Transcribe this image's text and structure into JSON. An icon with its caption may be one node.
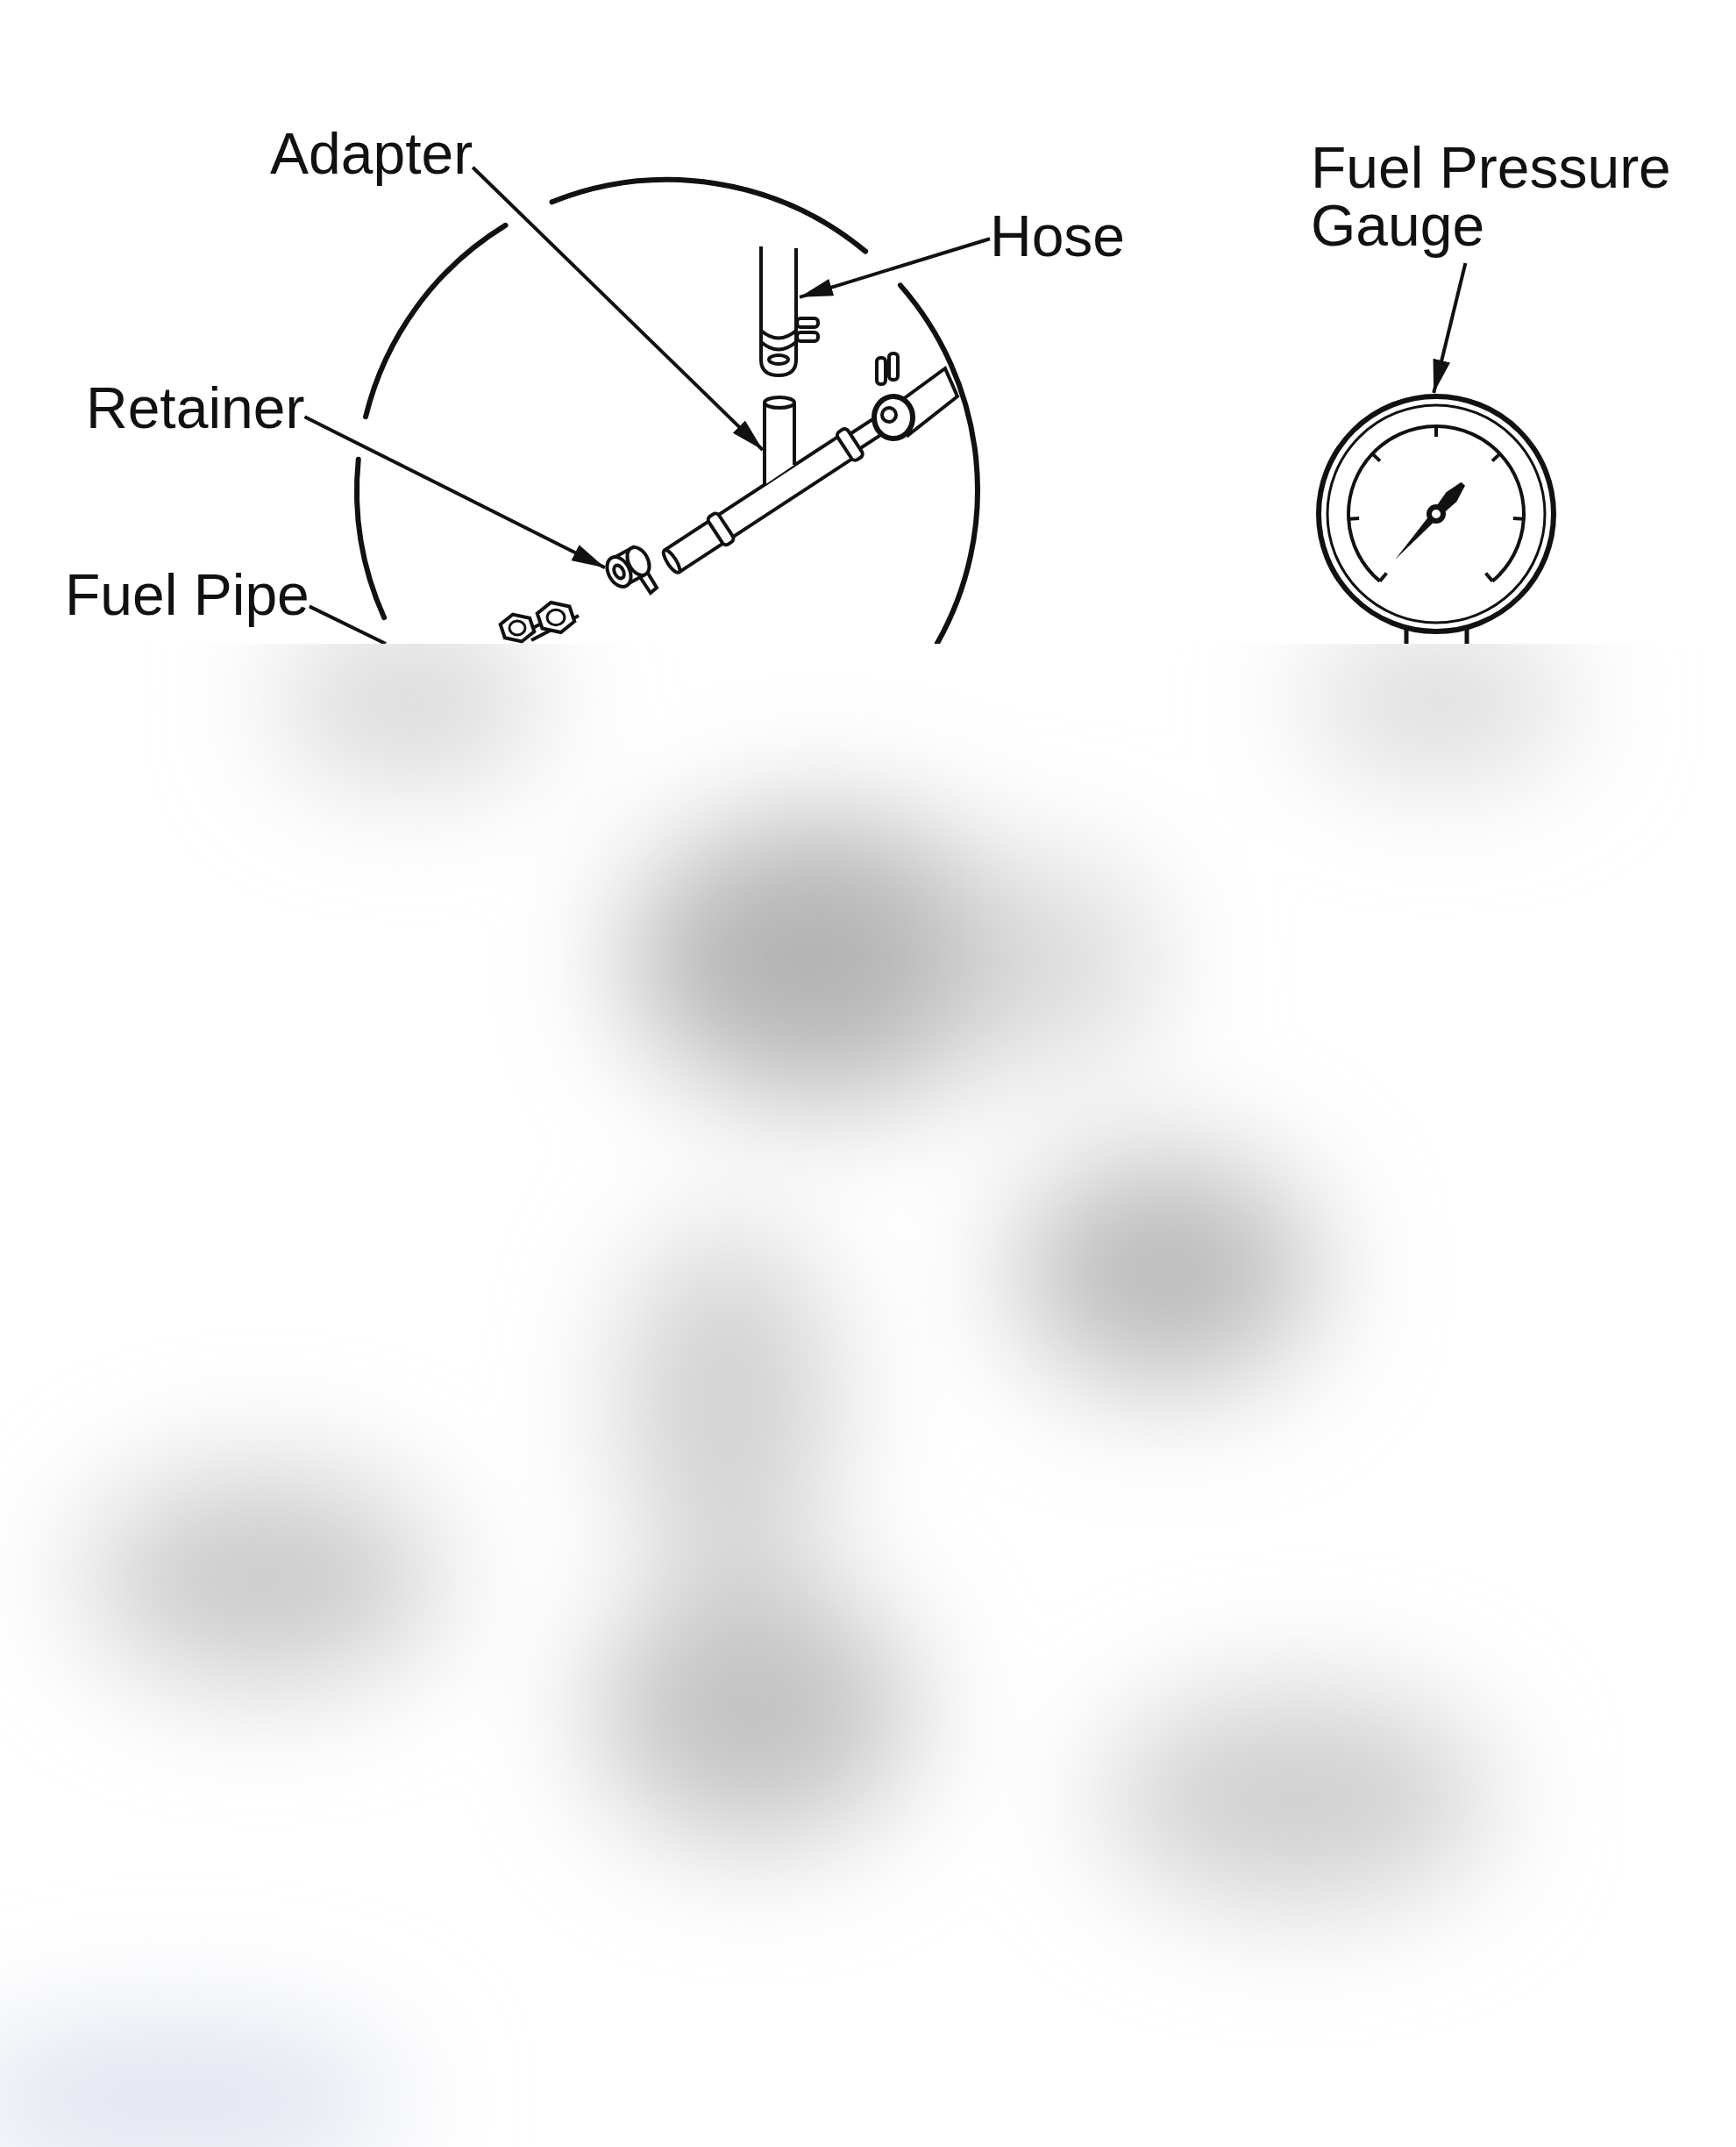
{
  "diagram": {
    "nodes": [
      {
        "text": [
          "Adapter"
        ]
      },
      {
        "text": [
          "Fuel Pressure Gauge"
        ]
      },
      {
        "text": [
          "Hose"
        ]
      },
      {
        "text": [
          "Retainer"
        ]
      },
      {
        "text": [
          "Fuel Pipe"
        ]
      },
      {
        "text": [],
        "shape": "picture"
      },
      {
        "text": [],
        "shape": "picture"
      },
      {
        "text": [],
        "shape": "picture"
      },
      {
        "text": [],
        "shape": "picture"
      }
    ],
    "edges": [
      {
        "from": 0,
        "to": 7,
        "arrow": "to"
      },
      {
        "from": 1,
        "to": 8,
        "arrow": "to"
      },
      {
        "from": 2,
        "to": 6,
        "arrow": "to"
      },
      {
        "from": 3,
        "to": 5,
        "arrow": "to"
      },
      {
        "from": 4,
        "to": null,
        "arrow": "none"
      }
    ]
  }
}
